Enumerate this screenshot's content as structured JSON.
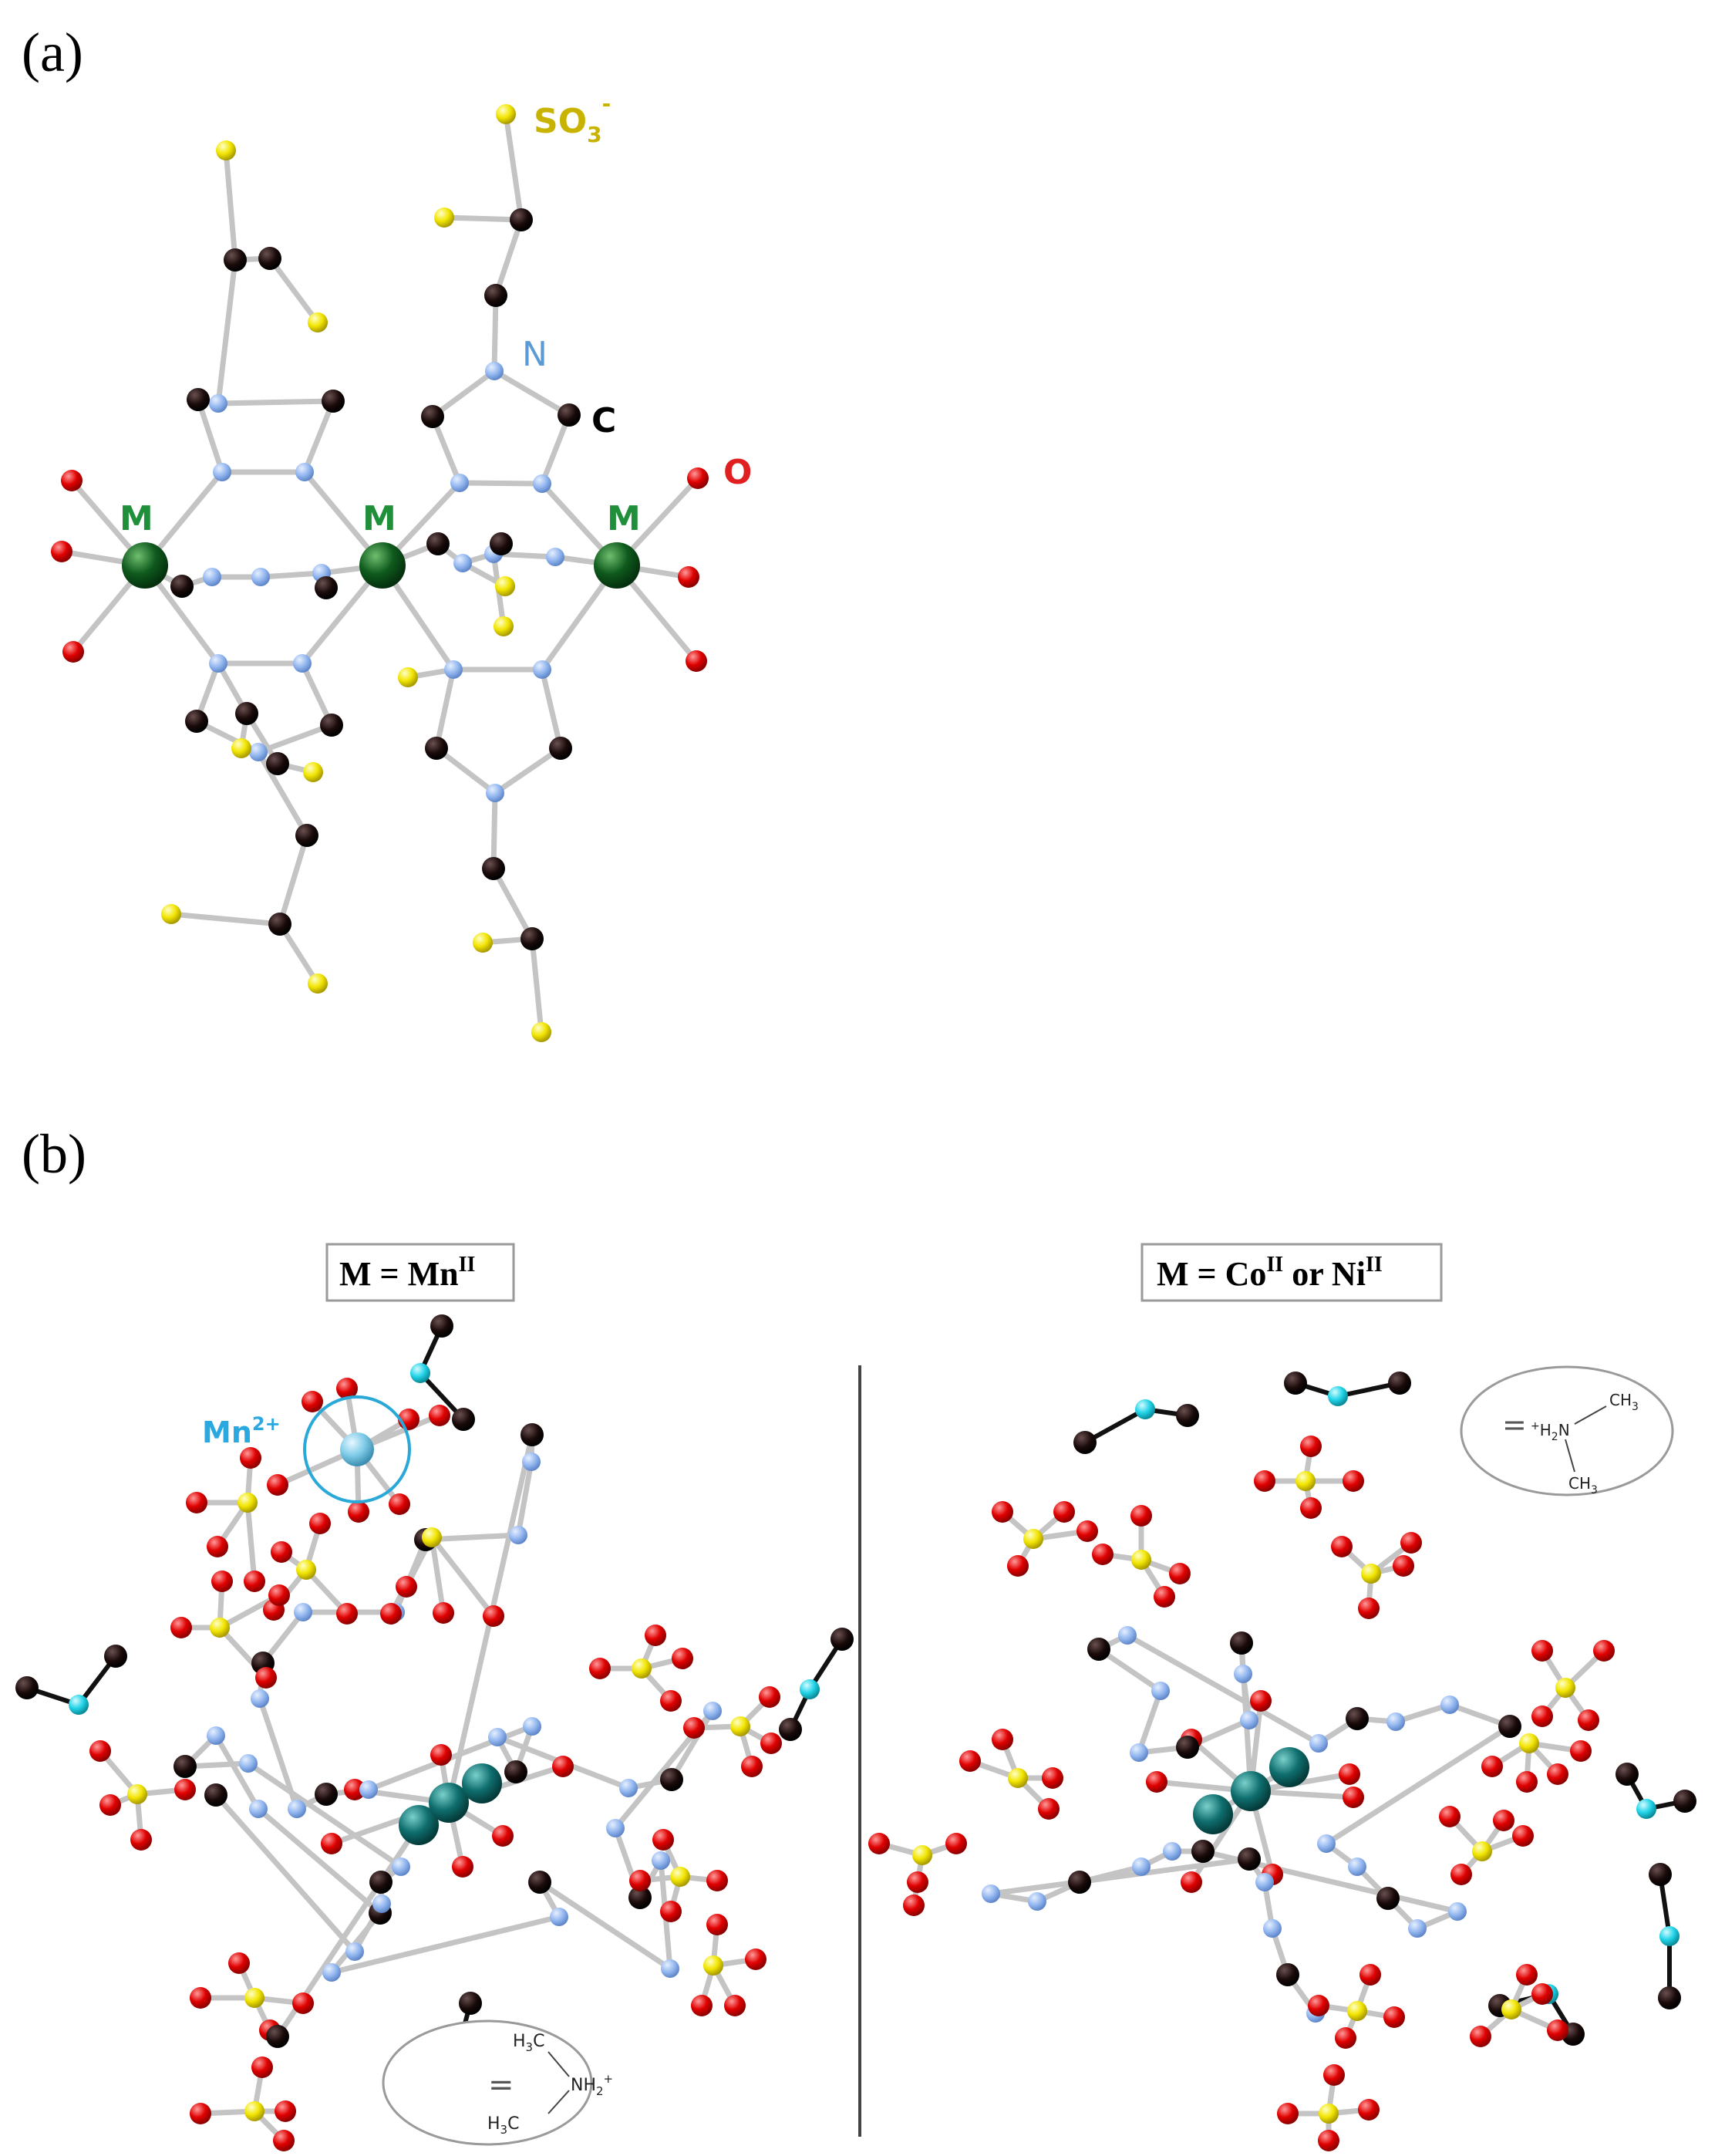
{
  "panel_a": {
    "label": "(a)",
    "atom_labels": {
      "so3": "SO",
      "so3_sub": "3",
      "so3_sup": "-",
      "n": "N",
      "c": "C",
      "o": "O",
      "m": "M"
    }
  },
  "panel_b": {
    "label": "(b)",
    "left": {
      "box_prefix": "M = Mn",
      "box_sup": "II",
      "ion_label": "Mn",
      "ion_sup": "2+",
      "legend_eq": "=",
      "legend_formula": {
        "h3c_top": "H",
        "h3c_top_sub": "3",
        "h3c_top_c": "C",
        "nh2": "NH",
        "nh2_sub": "2",
        "nh2_sup": "+",
        "h3c_bot": "H",
        "h3c_bot_sub": "3",
        "h3c_bot_c": "C"
      }
    },
    "right": {
      "box_prefix": "M = Co",
      "box_sup": "II",
      "box_mid": " or Ni",
      "box_sup2": "II",
      "legend_eq": "=",
      "legend_formula": {
        "h2n_sup": "+",
        "h2n": "H",
        "h2n_sub": "2",
        "h2n_n": "N",
        "ch3_top": "CH",
        "ch3_top_sub": "3",
        "ch3_bot": "CH",
        "ch3_bot_sub": "3"
      }
    }
  },
  "colors": {
    "metal_a": "#0f5a1e",
    "metal_b": "#0f6e6e",
    "carbon": "#1a0a0a",
    "nitrogen": "#8fb4ee",
    "oxygen": "#e00000",
    "sulfur": "#f2e500",
    "cation_n": "#22d4e8",
    "mn_ion": "#7fcbe8",
    "mn_circle": "#2aa8d8",
    "bond": "#c8c8c8",
    "label_green": "#1f8f3a",
    "label_blue": "#5b9bd5",
    "label_red": "#e02020",
    "label_yellow": "#c8b400",
    "label_mn": "#2aa8e0"
  }
}
